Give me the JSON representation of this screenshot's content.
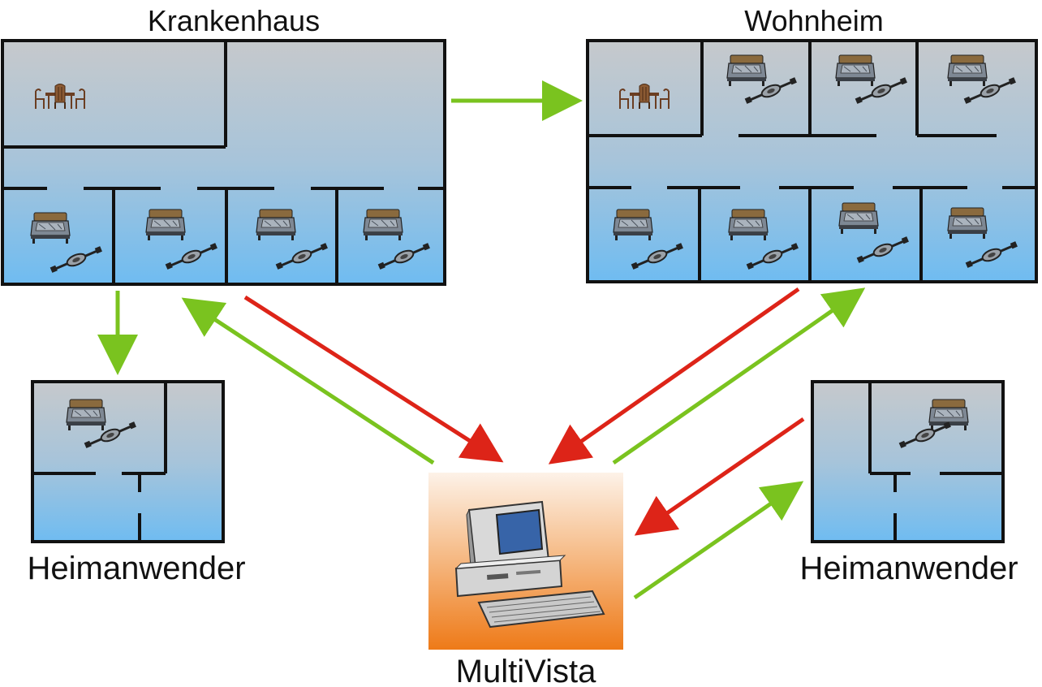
{
  "labels": {
    "hospital": "Krankenhaus",
    "dorm": "Wohnheim",
    "home_user_left": "Heimanwender",
    "home_user_right": "Heimanwender",
    "server": "MultiVista"
  },
  "icons": {
    "bed": "bed-icon",
    "sensor": "sensor-cable-icon",
    "dining": "dining-table-icon",
    "computer": "desktop-computer-icon"
  },
  "colors": {
    "wall": "#111111",
    "floor_top": "#c6c9cc",
    "floor_bottom": "#71bdf0",
    "arrow_green": "#7ac31f",
    "arrow_red": "#dd2418",
    "server_top": "#fdf0e4",
    "server_bottom": "#ee7d1e"
  }
}
